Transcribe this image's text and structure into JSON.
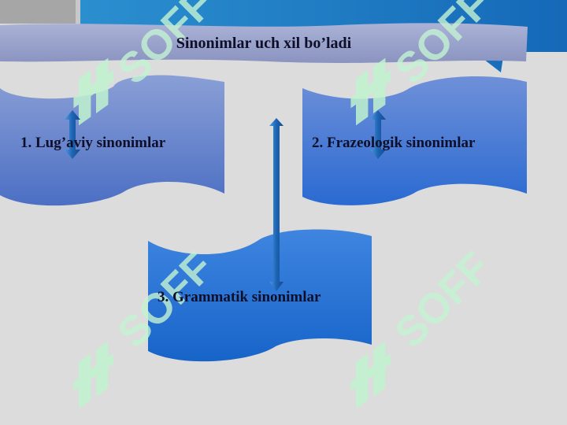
{
  "title": "Sinonimlar uch xil bo’ladi",
  "boxes": [
    {
      "label": "1. Lug’aviy sinonimlar"
    },
    {
      "label": "2. Frazeologik sinonimlar"
    },
    {
      "label": "3. Grammatik sinonimlar"
    }
  ],
  "watermark": "SOFF",
  "colors": {
    "background": "#dcdcdc",
    "banner": "#9aa3c8",
    "scroll_light": "#5f7ec8",
    "scroll_dark": "#2a6fd6",
    "arrow": "#1e64b4",
    "header_blue": "#1e86c8",
    "watermark": "#b8f0c8"
  }
}
